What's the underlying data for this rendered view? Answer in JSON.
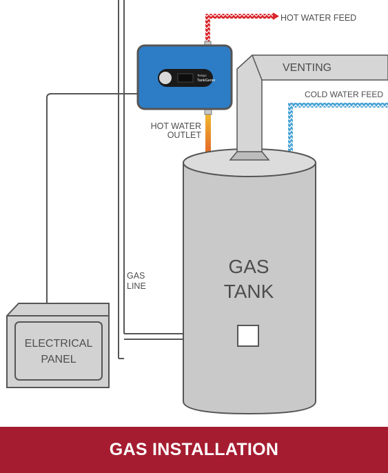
{
  "labels": {
    "hot_water_feed": "HOT WATER FEED",
    "venting": "VENTING",
    "cold_water_feed": "COLD WATER FEED",
    "hot_water_outlet_line1": "HOT WATER",
    "hot_water_outlet_line2": "OUTLET",
    "gas_line_line1": "GAS",
    "gas_line_line2": "LINE",
    "tank_line1": "GAS",
    "tank_line2": "TANK",
    "panel_line1": "ELECTRICAL",
    "panel_line2": "PANEL",
    "device_brand_line1": "Tempo",
    "device_brand_line2": "TankGenie"
  },
  "banner": {
    "title": "GAS INSTALLATION"
  },
  "colors": {
    "hot": "#d9262c",
    "cold": "#4aa3d6",
    "tank": "#c9c9c9",
    "device": "#2d7dc6",
    "banner": "#a51c30"
  }
}
